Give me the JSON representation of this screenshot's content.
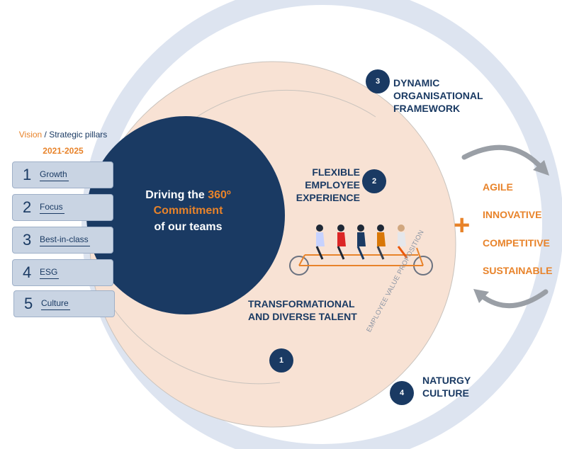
{
  "vision": {
    "title_accent": "Vision",
    "title_sep": " / ",
    "title_rest": "Strategic pillars",
    "years": "2021-2025"
  },
  "pillars": [
    {
      "num": "1",
      "label": "Growth"
    },
    {
      "num": "2",
      "label": "Focus"
    },
    {
      "num": "3",
      "label": "Best-in-class"
    },
    {
      "num": "4",
      "label": "ESG"
    },
    {
      "num": "5",
      "label": "Culture"
    }
  ],
  "center": {
    "line1_a": "Driving the ",
    "line1_b": "360º",
    "line2": "Commitment",
    "line3": "of our teams"
  },
  "nodes": {
    "n1": {
      "num": "1",
      "line1": "TRANSFORMATIONAL",
      "line2": "AND DIVERSE TALENT"
    },
    "n2": {
      "num": "2",
      "line1": "FLEXIBLE",
      "line2": "EMPLOYEE",
      "line3": "EXPERIENCE"
    },
    "n3": {
      "num": "3",
      "line1": "DYNAMIC",
      "line2": "ORGANISATIONAL",
      "line3": "FRAMEWORK"
    },
    "n4": {
      "num": "4",
      "line1": "NATURGY",
      "line2": "CULTURE"
    }
  },
  "arc_label": "EMPLOYEE VALUE PROPOSITION",
  "attributes": {
    "plus": "+",
    "items": [
      "AGILE",
      "INNOVATIVE",
      "COMPETITIVE",
      "SUSTAINABLE"
    ]
  },
  "colors": {
    "navy": "#1a3a63",
    "orange": "#e8832a",
    "peach": "#f8e2d4",
    "ring": "#dde4f0",
    "pillar_fill": "#c9d4e3",
    "arrow_gray": "#9a9fa6"
  },
  "icons": [
    "tandem-bicycle-icon",
    "curved-arrow-icon"
  ]
}
